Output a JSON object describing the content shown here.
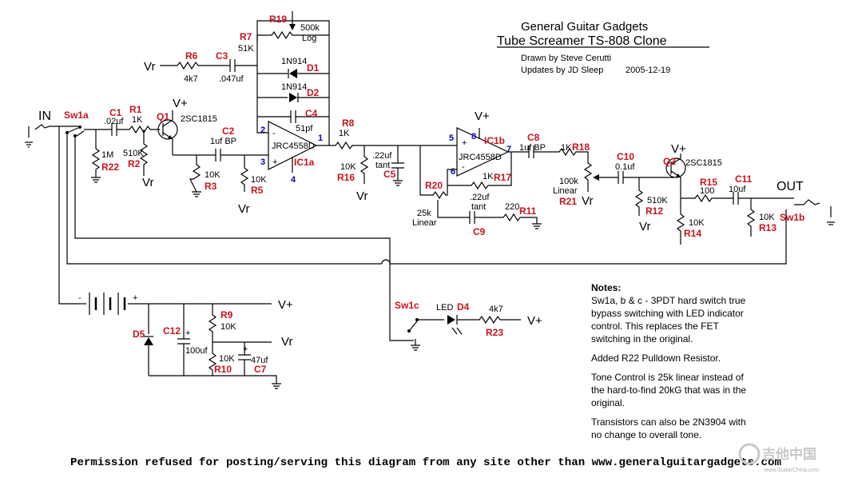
{
  "header": {
    "title": "General Guitar Gadgets",
    "subtitle": "Tube Screamer TS-808 Clone",
    "drawn_by": "Drawn by Steve Cerutti",
    "updates_by": "Updates by JD Sleep",
    "date": "2005-12-19"
  },
  "io": {
    "input": "IN",
    "output": "OUT"
  },
  "rails": {
    "vplus": "V+",
    "vr": "Vr"
  },
  "parts": {
    "R1": {
      "ref": "R1",
      "value": "1K"
    },
    "R2": {
      "ref": "R2",
      "value": "510K"
    },
    "R3": {
      "ref": "R3",
      "value": "10K"
    },
    "R5": {
      "ref": "R5",
      "value": "10K"
    },
    "R6": {
      "ref": "R6",
      "value": "4k7"
    },
    "R7": {
      "ref": "R7",
      "value": "51K"
    },
    "R8": {
      "ref": "R8",
      "value": "1K"
    },
    "R9": {
      "ref": "R9",
      "value": "10K"
    },
    "R10": {
      "ref": "R10",
      "value": "10K"
    },
    "R11": {
      "ref": "R11",
      "value": "220"
    },
    "R12": {
      "ref": "R12",
      "value": "510K"
    },
    "R13": {
      "ref": "R13",
      "value": "10K"
    },
    "R14": {
      "ref": "R14",
      "value": "10K"
    },
    "R15": {
      "ref": "R15",
      "value": "100"
    },
    "R16": {
      "ref": "R16",
      "value": "10K"
    },
    "R17": {
      "ref": "R17",
      "value": "1K"
    },
    "R18": {
      "ref": "R18",
      "value": "1K"
    },
    "R19": {
      "ref": "R19",
      "value": "500k",
      "taper": "Log"
    },
    "R20": {
      "ref": "R20",
      "value": "25k",
      "taper": "Linear"
    },
    "R21": {
      "ref": "R21",
      "value": "100k",
      "taper": "Linear"
    },
    "R22": {
      "ref": "R22",
      "value": "1M"
    },
    "R23": {
      "ref": "R23",
      "value": "4k7"
    },
    "C1": {
      "ref": "C1",
      "value": ".02uf"
    },
    "C2": {
      "ref": "C2",
      "value": "1uf BP"
    },
    "C3": {
      "ref": "C3",
      "value": ".047uf"
    },
    "C4": {
      "ref": "C4",
      "value": "51pf"
    },
    "C5": {
      "ref": "C5",
      "value": ".22uf",
      "note": "tant"
    },
    "C7": {
      "ref": "C7",
      "value": "47uf"
    },
    "C8": {
      "ref": "C8",
      "value": "1uf BP"
    },
    "C9": {
      "ref": "C9",
      "value": ".22uf",
      "note": "tant"
    },
    "C10": {
      "ref": "C10",
      "value": "0.1uf"
    },
    "C11": {
      "ref": "C11",
      "value": "10uf"
    },
    "C12": {
      "ref": "C12",
      "value": "100uf"
    },
    "D1": {
      "ref": "D1",
      "value": "1N914"
    },
    "D2": {
      "ref": "D2",
      "value": "1N914"
    },
    "D4": {
      "ref": "D4",
      "value": "LED"
    },
    "D5": {
      "ref": "D5"
    },
    "Q1": {
      "ref": "Q1",
      "value": "2SC1815"
    },
    "Q2": {
      "ref": "Q2",
      "value": "2SC1815"
    },
    "IC1a": {
      "ref": "IC1a",
      "value": "JRC4558D"
    },
    "IC1b": {
      "ref": "IC1b",
      "value": "JRC4558D"
    },
    "Sw1a": {
      "ref": "Sw1a"
    },
    "Sw1b": {
      "ref": "Sw1b"
    },
    "Sw1c": {
      "ref": "Sw1c"
    }
  },
  "pins": {
    "p1": "1",
    "p2": "2",
    "p3": "3",
    "p4": "4",
    "p5": "5",
    "p6": "6",
    "p7": "7",
    "p8": "8"
  },
  "polarity": {
    "minus": "-",
    "plus": "+"
  },
  "notes": {
    "heading": "Notes:",
    "lines": [
      "Sw1a, b & c - 3PDT hard switch true",
      "bypass switching with LED indicator",
      "control. This replaces the FET",
      "switching in the original.",
      "Added R22 Pulldown Resistor.",
      "Tone Control is 25k linear instead of",
      "the hard-to-find 20kG that was in the",
      "original.",
      "Transistors can also be 2N3904 with",
      "no change to overall tone."
    ]
  },
  "footer": "Permission refused for posting/serving this diagram from any site other than www.generalguitargadgets.com",
  "watermark": {
    "logo_text": "吉他中国",
    "url": "www.GuitarChina.com"
  }
}
